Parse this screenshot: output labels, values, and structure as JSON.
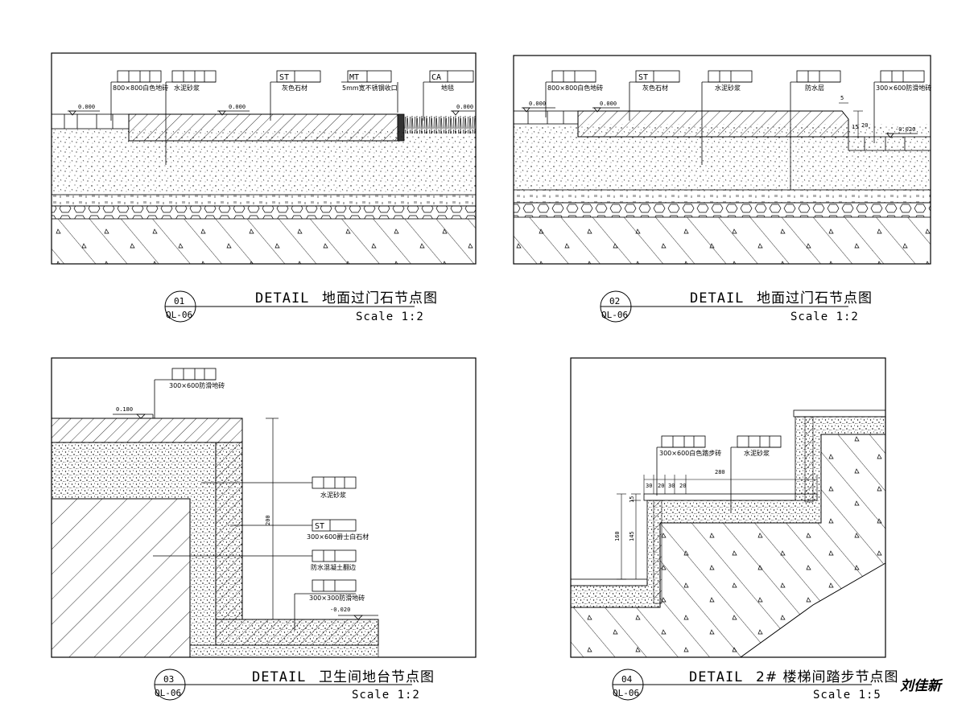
{
  "details": [
    {
      "number": "01",
      "sheet": "QL-06",
      "title_prefix": "DETAIL",
      "title": "地面过门石节点图",
      "scale": "Scale 1:2",
      "labels": [
        {
          "code": "",
          "text": "800×800白色地砖"
        },
        {
          "code": "",
          "text": "水泥砂浆"
        },
        {
          "code": "ST",
          "text": "灰色石材"
        },
        {
          "code": "MT",
          "text": "5mm宽不锈钢收口"
        },
        {
          "code": "CA",
          "text": "地毯"
        }
      ],
      "levels": [
        "0.000",
        "0.000",
        "0.000"
      ]
    },
    {
      "number": "02",
      "sheet": "QL-06",
      "title_prefix": "DETAIL",
      "title": "地面过门石节点图",
      "scale": "Scale 1:2",
      "labels": [
        {
          "code": "",
          "text": "800×800白色地砖"
        },
        {
          "code": "ST",
          "text": "灰色石材"
        },
        {
          "code": "",
          "text": "水泥砂浆"
        },
        {
          "code": "",
          "text": "防水层"
        },
        {
          "code": "",
          "text": "300×600防滑地砖"
        }
      ],
      "levels": [
        "0.000",
        "0.000",
        "-0.020"
      ],
      "dims": [
        "5",
        "15",
        "20"
      ]
    },
    {
      "number": "03",
      "sheet": "QL-06",
      "title_prefix": "DETAIL",
      "title": "卫生间地台节点图",
      "scale": "Scale 1:2",
      "labels": [
        {
          "code": "",
          "text": "300×600防滑地砖"
        },
        {
          "code": "",
          "text": "水泥砂浆"
        },
        {
          "code": "ST",
          "text": "300×600爵士白石材"
        },
        {
          "code": "",
          "text": "防水混凝土翻边"
        },
        {
          "code": "",
          "text": "300×300防滑地砖"
        }
      ],
      "levels": [
        "0.180",
        "-0.020"
      ],
      "dims": [
        "200"
      ]
    },
    {
      "number": "04",
      "sheet": "QL-06",
      "title_prefix": "DETAIL",
      "title": "2# 楼梯间踏步节点图",
      "scale": "Scale 1:5",
      "labels": [
        {
          "code": "",
          "text": "300×600白色踏步砖"
        },
        {
          "code": "",
          "text": "水泥砂浆"
        }
      ],
      "dims": [
        "280",
        "30",
        "20",
        "30",
        "20",
        "15",
        "145",
        "160"
      ]
    }
  ],
  "signature": "刘佳新"
}
